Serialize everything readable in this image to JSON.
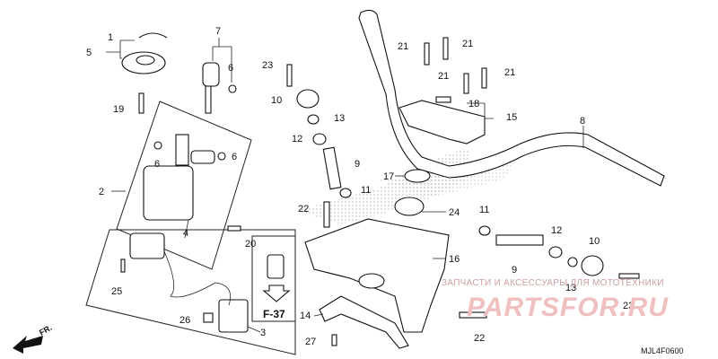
{
  "diagram": {
    "part_code": "MJL4F0600",
    "front_label": "FR.",
    "page_ref": "F-37"
  },
  "watermark": {
    "line1": "ЗАПЧАСТИ И АКСЕССУАРЫ ДЛЯ МОТОТЕХНИКИ",
    "line2": "PARTSFOR.RU"
  },
  "callouts": {
    "c1": "1",
    "c2": "2",
    "c3": "3",
    "c4": "4",
    "c5": "5",
    "c6a": "6",
    "c6b": "6",
    "c6c": "6",
    "c7": "7",
    "c8": "8",
    "c9a": "9",
    "c9b": "9",
    "c10a": "10",
    "c10b": "10",
    "c11a": "11",
    "c11b": "11",
    "c12a": "12",
    "c12b": "12",
    "c13a": "13",
    "c13b": "13",
    "c14": "14",
    "c15": "15",
    "c16": "16",
    "c17": "17",
    "c18": "18",
    "c19": "19",
    "c20": "20",
    "c21a": "21",
    "c21b": "21",
    "c21c": "21",
    "c21d": "21",
    "c22a": "22",
    "c22b": "22",
    "c23a": "23",
    "c23b": "23",
    "c24": "24",
    "c25": "25",
    "c26": "26",
    "c27": "27"
  }
}
